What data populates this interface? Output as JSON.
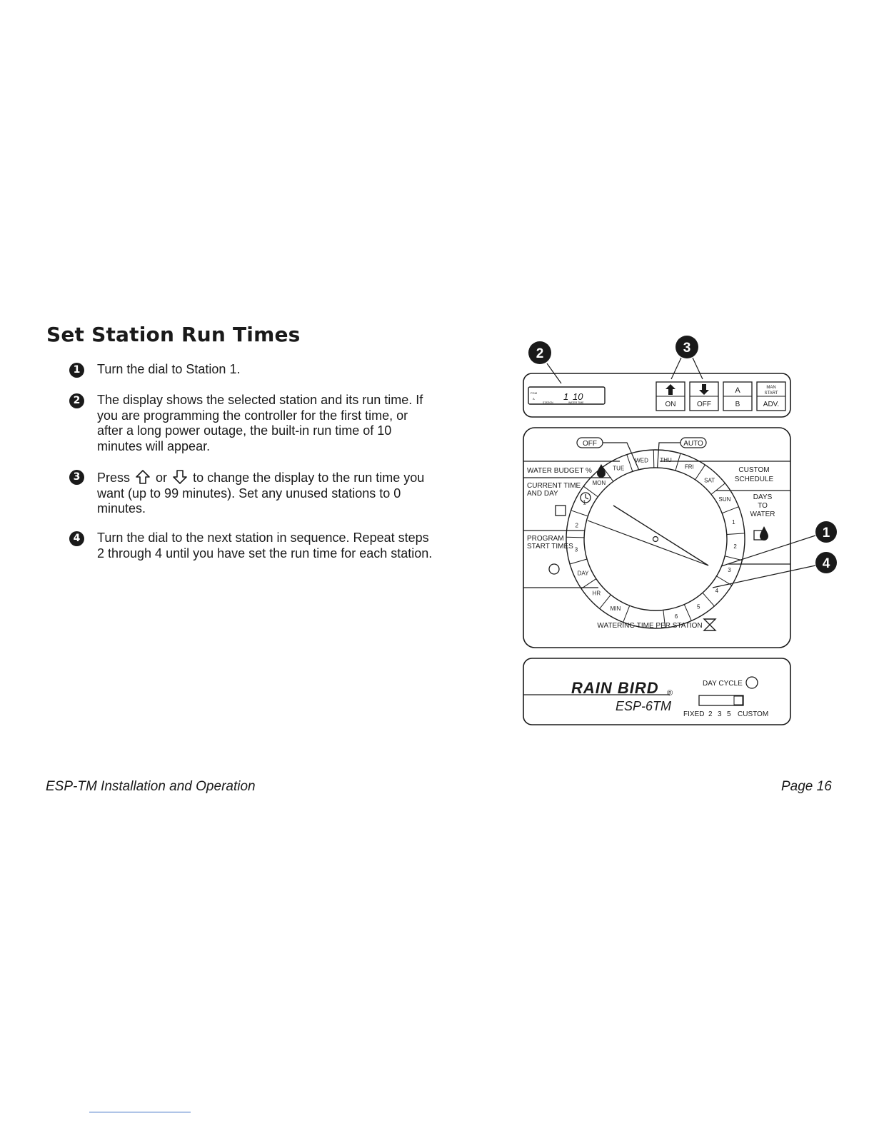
{
  "heading": "Set Station Run Times",
  "steps": [
    {
      "num": "1",
      "text": "Turn the dial to Station 1."
    },
    {
      "num": "2",
      "text": "The display shows the selected station and its run time. If you are programming the controller for the first time, or after a long power outage, the built-in run time of 10 minutes will appear."
    },
    {
      "num": "3",
      "text_before": "Press",
      "text_mid": "or",
      "text_after": "to change the display to the run time you want (up to 99 minutes). Set any unused stations to 0 minutes.",
      "up_icon": "up-arrow-outline-icon",
      "down_icon": "down-arrow-outline-icon"
    },
    {
      "num": "4",
      "text": "Turn the dial to the next station in sequence. Repeat steps 2 through 4 until you have set the run time for each station."
    }
  ],
  "footer": {
    "left": "ESP-TM Installation and Operation",
    "right": "Page 16"
  },
  "diagram": {
    "callouts": [
      "2",
      "3",
      "1",
      "4"
    ],
    "display": {
      "station": "1",
      "time": "10",
      "pgm": "PGM",
      "pgm_sub": "A",
      "station_label": "STATION",
      "water_time_label": "WATER TIME"
    },
    "buttons": [
      {
        "top": "↑",
        "bottom": "ON",
        "icon": "up-arrow-icon"
      },
      {
        "top": "↓",
        "bottom": "OFF",
        "icon": "down-arrow-icon"
      },
      {
        "top": "A",
        "bottom": "B"
      },
      {
        "top_line1": "MAN",
        "top_line2": "START",
        "bottom": "ADV."
      }
    ],
    "dial_labels": {
      "off": "OFF",
      "auto": "AUTO",
      "water_budget": "WATER BUDGET %",
      "current_time_1": "CURRENT TIME",
      "current_time_2": "AND DAY",
      "program_start_1": "PROGRAM",
      "program_start_2": "START TIMES",
      "custom_1": "CUSTOM",
      "custom_2": "SCHEDULE",
      "days_1": "DAYS",
      "days_2": "TO",
      "days_3": "WATER",
      "watering_time": "WATERING TIME PER STATION"
    },
    "dial_positions": [
      "MIN",
      "HR",
      "DAY",
      "3",
      "2",
      "1",
      "MON",
      "TUE",
      "WED",
      "THU",
      "FRI",
      "SAT",
      "SUN",
      "1",
      "2",
      "3",
      "4",
      "5",
      "6"
    ],
    "brand": {
      "name": "RAIN BIRD",
      "registered": "®",
      "model": "ESP-6TM",
      "day_cycle": "DAY CYCLE",
      "cycle_options": [
        "FIXED",
        "2",
        "3",
        "5",
        "CUSTOM"
      ]
    }
  }
}
